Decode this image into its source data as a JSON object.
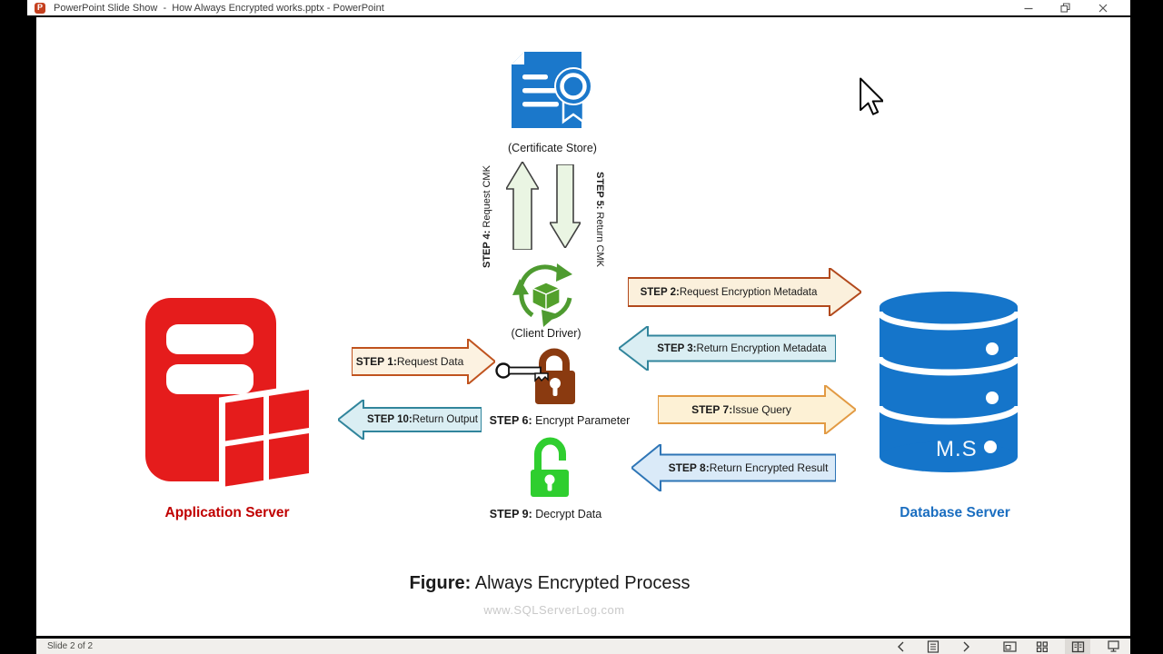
{
  "titlebar": {
    "app_icon_letter": "P",
    "title": "PowerPoint Slide Show  -  How Always Encrypted works.pptx - PowerPoint"
  },
  "slide": {
    "certificate_store_label": "(Certificate Store)",
    "client_driver_label": "(Client Driver)",
    "application_server_label": "Application Server",
    "database_server_label": "Database Server",
    "database_text": "M.S",
    "steps": [
      {
        "prefix": "STEP 1:",
        "label": " Request Data"
      },
      {
        "prefix": "STEP 2:",
        "label": " Request Encryption Metadata"
      },
      {
        "prefix": "STEP 3:",
        "label": " Return Encryption Metadata"
      },
      {
        "prefix": "STEP 4:",
        "label": " Request CMK"
      },
      {
        "prefix": "STEP 5:",
        "label": " Return CMK"
      },
      {
        "prefix": "STEP 6:",
        "label": " Encrypt Parameter"
      },
      {
        "prefix": "STEP 7:",
        "label": " Issue Query"
      },
      {
        "prefix": "STEP 8:",
        "label": " Return Encrypted Result"
      },
      {
        "prefix": "STEP 9:",
        "label": " Decrypt Data"
      },
      {
        "prefix": "STEP 10:",
        "label": " Return Output"
      }
    ],
    "caption": {
      "prefix": "Figure:",
      "text": " Always Encrypted Process"
    },
    "watermark": "www.SQLServerLog.com"
  },
  "statusbar": {
    "slide_indicator": "Slide 2 of 2",
    "icons": [
      "chevron-left",
      "slide-menu",
      "chevron-right",
      "display-settings",
      "grid-view",
      "reading-view",
      "slideshow-view"
    ]
  },
  "icons": {
    "titlebar": [
      "powerpoint-app-icon",
      "minimize-icon",
      "restore-icon",
      "close-icon"
    ],
    "diagram": [
      "certificate-store-icon",
      "client-driver-icon",
      "key-icon",
      "lock-icon",
      "unlock-icon",
      "application-server-icon",
      "database-server-icon",
      "mouse-cursor-icon"
    ]
  },
  "colors": {
    "powerpoint_red": "#C5401F",
    "request_arrow_border": "#C0531E",
    "request_arrow_fill": "#FCF2E1",
    "query_arrow_border": "#E29A43",
    "query_arrow_fill": "#FDF1D5",
    "return_arrow_border_teal": "#31859C",
    "return_arrow_border_blue": "#2E75B6",
    "return_arrow_fill": "#DAEEF3",
    "cmk_arrow_fill": "#EAF5E3",
    "certificate_blue": "#1B78CB",
    "client_driver_green": "#4E9B30",
    "lock_brown": "#8A3A10",
    "unlock_green": "#2FCE2F",
    "app_server_red": "#E51C1C",
    "app_server_label_red": "#C00000",
    "db_server_blue": "#1575CA",
    "db_server_label_blue": "#1B6EC0",
    "watermark_gray": "#C9C9C9"
  }
}
